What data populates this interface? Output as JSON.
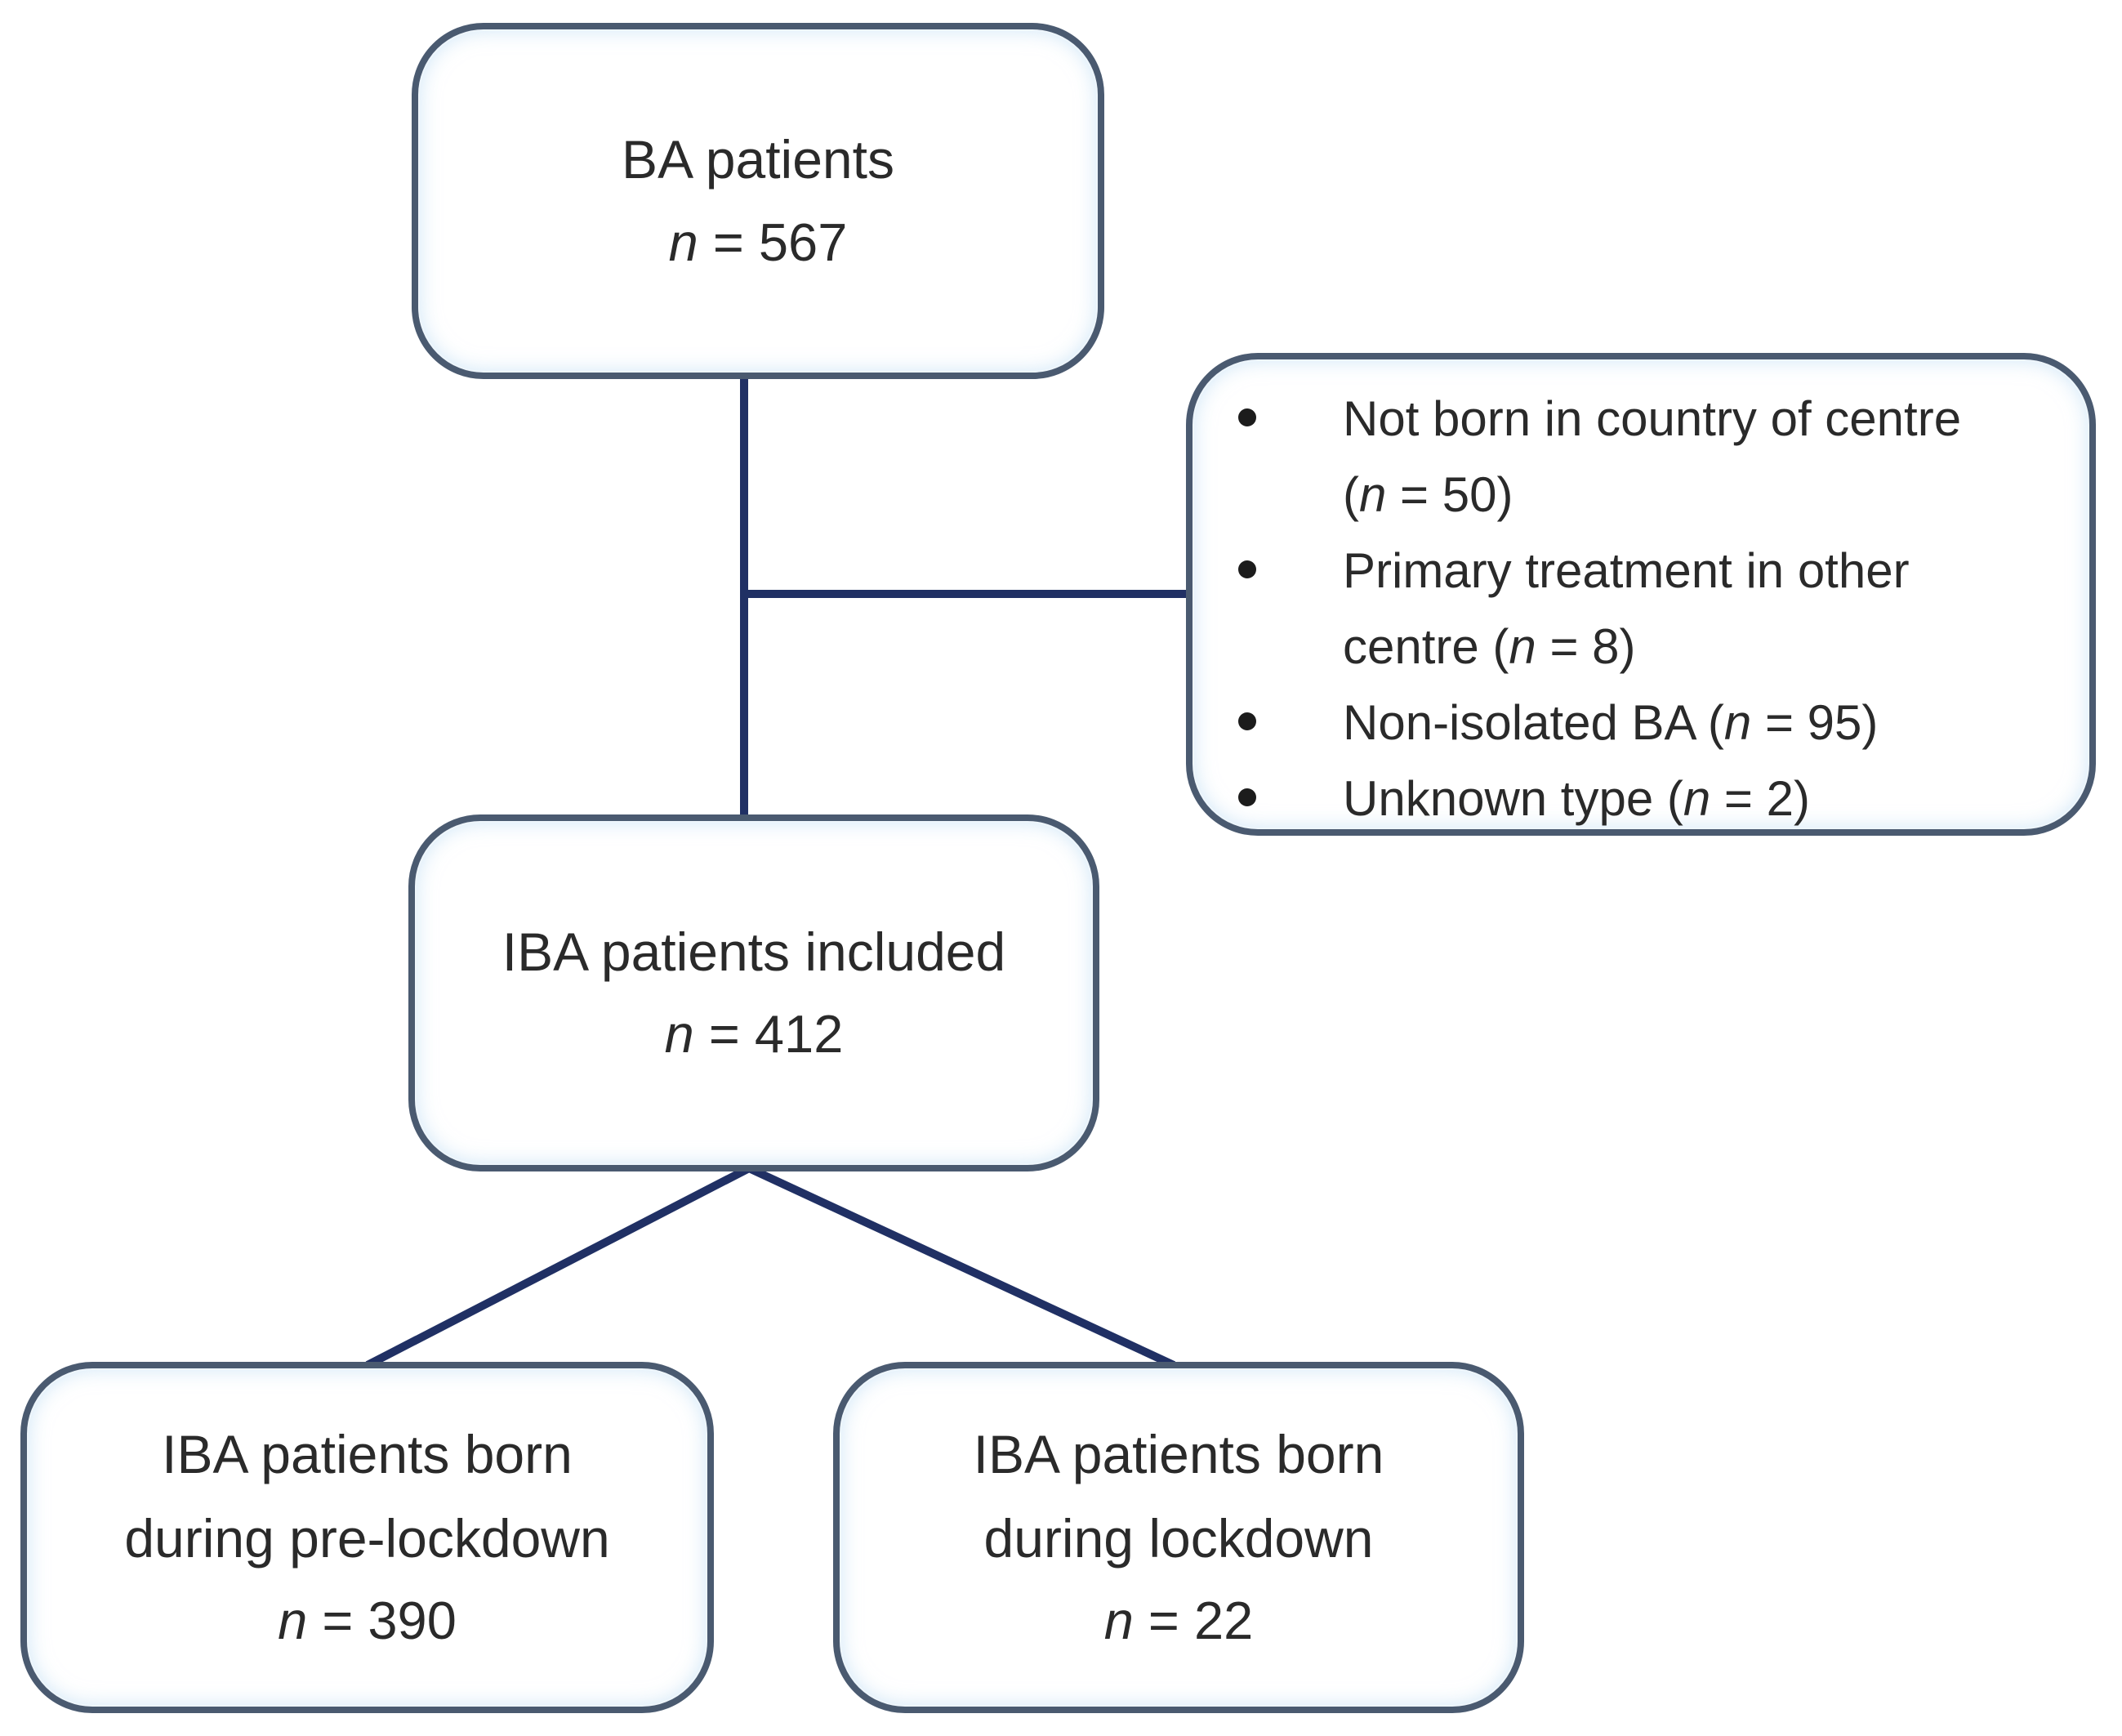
{
  "diagram": {
    "boxes": {
      "ba": {
        "line1": "BA patients",
        "n_var": "n",
        "n_rest": " = 567"
      },
      "included": {
        "line1": "IBA patients included",
        "n_var": "n",
        "n_rest": " = 412"
      },
      "pre_lockdown": {
        "line1": "IBA patients born",
        "line2": "during pre-lockdown",
        "n_var": "n",
        "n_rest": " = 390"
      },
      "lockdown": {
        "line1": "IBA patients born",
        "line2": "during lockdown",
        "n_var": "n",
        "n_rest": " = 22"
      }
    },
    "exclusions": {
      "items": [
        {
          "pre": "Not born in country of centre (",
          "n_var": "n",
          "post": " = 50)"
        },
        {
          "pre": "Primary treatment in other centre (",
          "n_var": "n",
          "post": " = 8)"
        },
        {
          "pre": "Non-isolated BA (",
          "n_var": "n",
          "post": " = 95)"
        },
        {
          "pre": "Unknown type (",
          "n_var": "n",
          "post": " = 2)"
        }
      ]
    },
    "colors": {
      "box_border": "#4a5a70",
      "connector": "#203064",
      "text": "#2a2a2a",
      "background": "#ffffff"
    }
  }
}
